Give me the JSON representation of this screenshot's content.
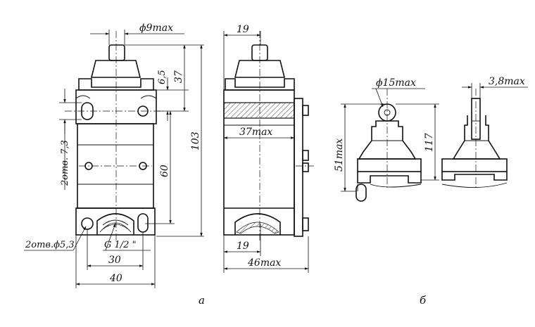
{
  "view_a": {
    "caption": "а",
    "dims": {
      "d9max": "ϕ9max",
      "d6_5": "6,5",
      "d37": "37",
      "d103": "103",
      "d60": "60",
      "holes_7_3": "2отв. 7,3",
      "holes_5_3": "2отв.ϕ5,3",
      "thread": "G 1/2 \"",
      "d30": "30",
      "d40": "40"
    }
  },
  "view_side": {
    "dims": {
      "d19_top": "19",
      "d37max": "37max",
      "d19_bottom": "19",
      "d46max": "46max"
    }
  },
  "view_b": {
    "caption": "б",
    "dims": {
      "d15max": "ϕ15max",
      "d51max": "51max",
      "d117": "117",
      "d3_8max": "3,8max"
    }
  }
}
